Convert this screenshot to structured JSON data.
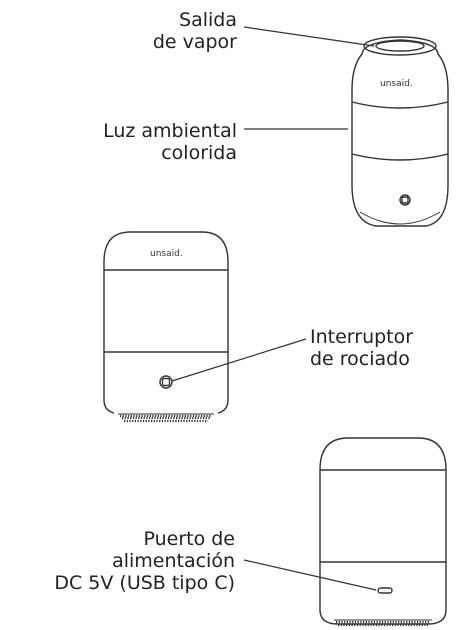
{
  "brand": "unsaid.",
  "callouts": [
    {
      "lines": [
        "Salida",
        "de vapor"
      ]
    },
    {
      "lines": [
        "Luz ambiental",
        "colorida"
      ]
    },
    {
      "lines": [
        "Interruptor",
        "de rociado"
      ]
    },
    {
      "lines": [
        "Puerto de",
        "alimentación",
        "DC 5V (USB tipo C)"
      ]
    }
  ]
}
